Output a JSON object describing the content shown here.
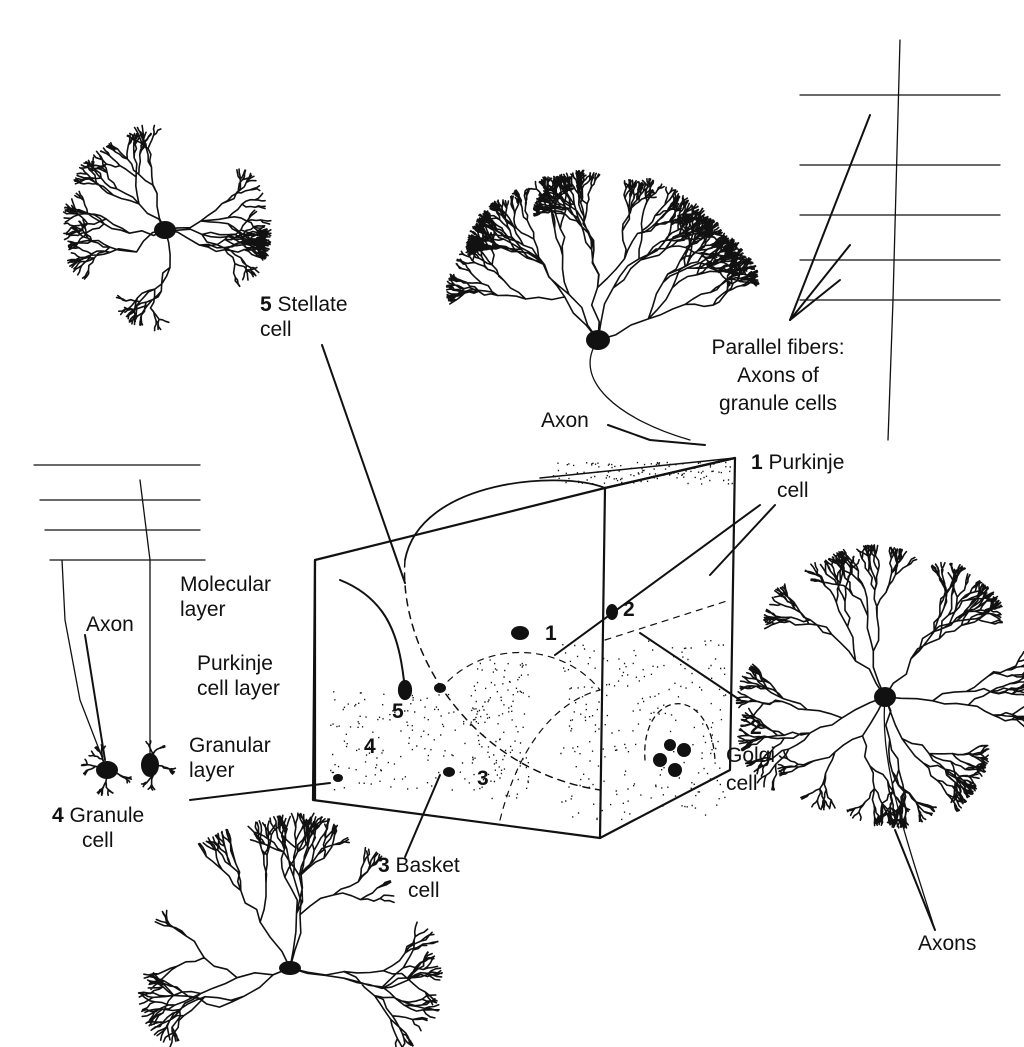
{
  "labels": {
    "stellate": {
      "num": "5",
      "line1": "Stellate",
      "line2": "cell"
    },
    "purkinje": {
      "num": "1",
      "line1": "Purkinje",
      "line2": "cell"
    },
    "parallel": {
      "line1": "Parallel fibers:",
      "line2": "Axons of",
      "line3": "granule cells"
    },
    "axon_top": "Axon",
    "axon_left": "Axon",
    "molecular": {
      "line1": "Molecular",
      "line2": "layer"
    },
    "purkinje_layer": {
      "line1": "Purkinje",
      "line2": "cell layer"
    },
    "granular": {
      "line1": "Granular",
      "line2": "layer"
    },
    "granule": {
      "num": "4",
      "line1": "Granule",
      "line2": "cell"
    },
    "basket": {
      "num": "3",
      "line1": "Basket",
      "line2": "cell"
    },
    "golgi": {
      "num": "2",
      "line1": "Golgi",
      "line2": "cell"
    },
    "axons_right": "Axons"
  },
  "block_numbers": {
    "n1": "1",
    "n2": "2",
    "n3": "3",
    "n4": "4",
    "n5": "5"
  }
}
